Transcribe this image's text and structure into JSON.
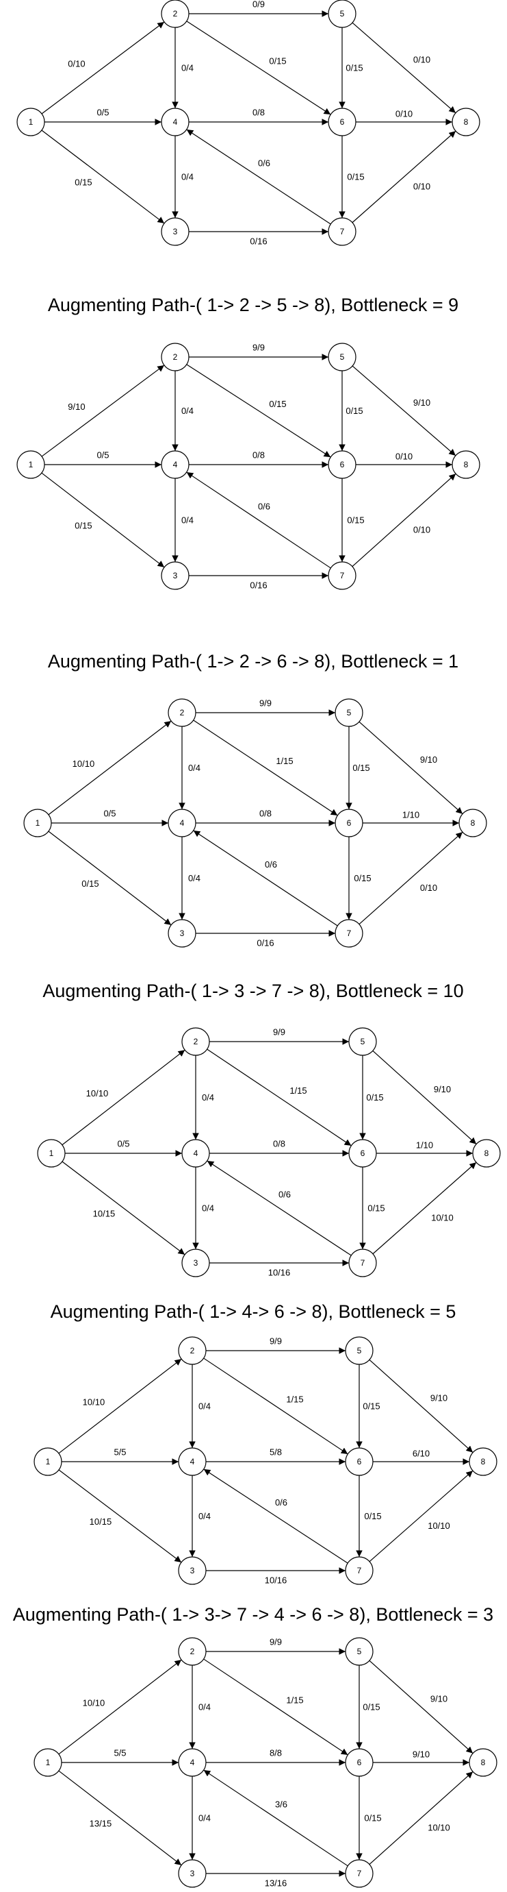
{
  "nodes": [
    "1",
    "2",
    "3",
    "4",
    "5",
    "6",
    "7",
    "8"
  ],
  "edges": [
    {
      "from": "1",
      "to": "2",
      "capacity": 10
    },
    {
      "from": "1",
      "to": "4",
      "capacity": 5
    },
    {
      "from": "1",
      "to": "3",
      "capacity": 15
    },
    {
      "from": "2",
      "to": "5",
      "capacity": 9
    },
    {
      "from": "2",
      "to": "4",
      "capacity": 4
    },
    {
      "from": "2",
      "to": "6",
      "capacity": 15
    },
    {
      "from": "4",
      "to": "6",
      "capacity": 8
    },
    {
      "from": "4",
      "to": "3",
      "capacity": 4
    },
    {
      "from": "5",
      "to": "6",
      "capacity": 15
    },
    {
      "from": "5",
      "to": "8",
      "capacity": 10
    },
    {
      "from": "6",
      "to": "8",
      "capacity": 10
    },
    {
      "from": "6",
      "to": "7",
      "capacity": 15
    },
    {
      "from": "7",
      "to": "4",
      "capacity": 6
    },
    {
      "from": "3",
      "to": "7",
      "capacity": 16
    },
    {
      "from": "7",
      "to": "8",
      "capacity": 10
    }
  ],
  "steps": [
    {
      "title": "",
      "flows": [
        "0/10",
        "0/5",
        "0/15",
        "0/9",
        "0/4",
        "0/15",
        "0/8",
        "0/4",
        "0/15",
        "0/10",
        "0/10",
        "0/15",
        "0/6",
        "0/16",
        "0/10"
      ]
    },
    {
      "title": "Augmenting Path-( 1-> 2 -> 5 -> 8), Bottleneck = 9",
      "flows": [
        "9/10",
        "0/5",
        "0/15",
        "9/9",
        "0/4",
        "0/15",
        "0/8",
        "0/4",
        "0/15",
        "9/10",
        "0/10",
        "0/15",
        "0/6",
        "0/16",
        "0/10"
      ]
    },
    {
      "title": "Augmenting Path-( 1-> 2 -> 6 -> 8), Bottleneck = 1",
      "flows": [
        "10/10",
        "0/5",
        "0/15",
        "9/9",
        "0/4",
        "1/15",
        "0/8",
        "0/4",
        "0/15",
        "9/10",
        "1/10",
        "0/15",
        "0/6",
        "0/16",
        "0/10"
      ]
    },
    {
      "title": "Augmenting Path-( 1-> 3 -> 7 -> 8), Bottleneck = 10",
      "flows": [
        "10/10",
        "0/5",
        "10/15",
        "9/9",
        "0/4",
        "1/15",
        "0/8",
        "0/4",
        "0/15",
        "9/10",
        "1/10",
        "0/15",
        "0/6",
        "10/16",
        "10/10"
      ]
    },
    {
      "title": "Augmenting Path-( 1-> 4-> 6 -> 8), Bottleneck = 5",
      "flows": [
        "10/10",
        "5/5",
        "10/15",
        "9/9",
        "0/4",
        "1/15",
        "5/8",
        "0/4",
        "0/15",
        "9/10",
        "6/10",
        "0/15",
        "0/6",
        "10/16",
        "10/10"
      ]
    },
    {
      "title": "Augmenting Path-( 1-> 3-> 7 -> 4 -> 6 -> 8), Bottleneck = 3",
      "flows": [
        "10/10",
        "5/5",
        "13/15",
        "9/9",
        "0/4",
        "1/15",
        "8/8",
        "0/4",
        "0/15",
        "9/10",
        "9/10",
        "0/15",
        "3/6",
        "13/16",
        "10/10"
      ]
    }
  ]
}
